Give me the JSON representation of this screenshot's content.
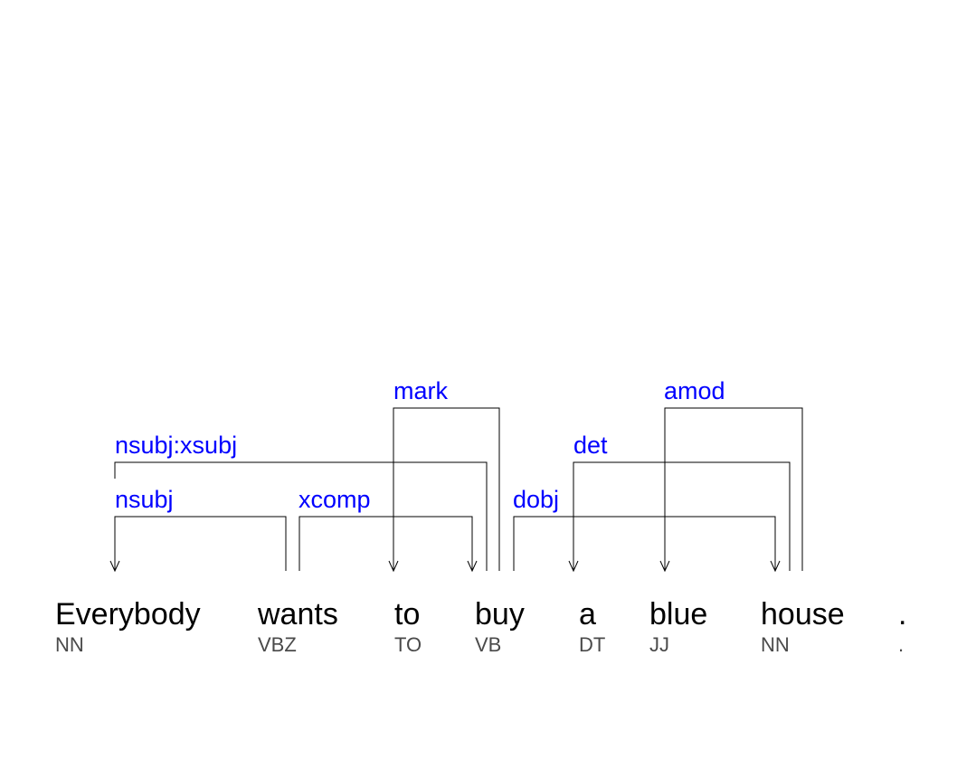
{
  "tokens": [
    {
      "word": "Everybody",
      "tag": "NN"
    },
    {
      "word": "wants",
      "tag": "VBZ"
    },
    {
      "word": "to",
      "tag": "TO"
    },
    {
      "word": "buy",
      "tag": "VB"
    },
    {
      "word": "a",
      "tag": "DT"
    },
    {
      "word": "blue",
      "tag": "JJ"
    },
    {
      "word": "house",
      "tag": "NN"
    },
    {
      "word": ".",
      "tag": "."
    }
  ],
  "arcs": [
    {
      "label": "nsubj",
      "head": "wants",
      "dependent": "Everybody"
    },
    {
      "label": "nsubj:xsubj",
      "head": "buy",
      "dependent": "Everybody"
    },
    {
      "label": "xcomp",
      "head": "wants",
      "dependent": "buy"
    },
    {
      "label": "mark",
      "head": "buy",
      "dependent": "to"
    },
    {
      "label": "dobj",
      "head": "buy",
      "dependent": "house"
    },
    {
      "label": "det",
      "head": "house",
      "dependent": "a"
    },
    {
      "label": "amod",
      "head": "house",
      "dependent": "blue"
    }
  ]
}
